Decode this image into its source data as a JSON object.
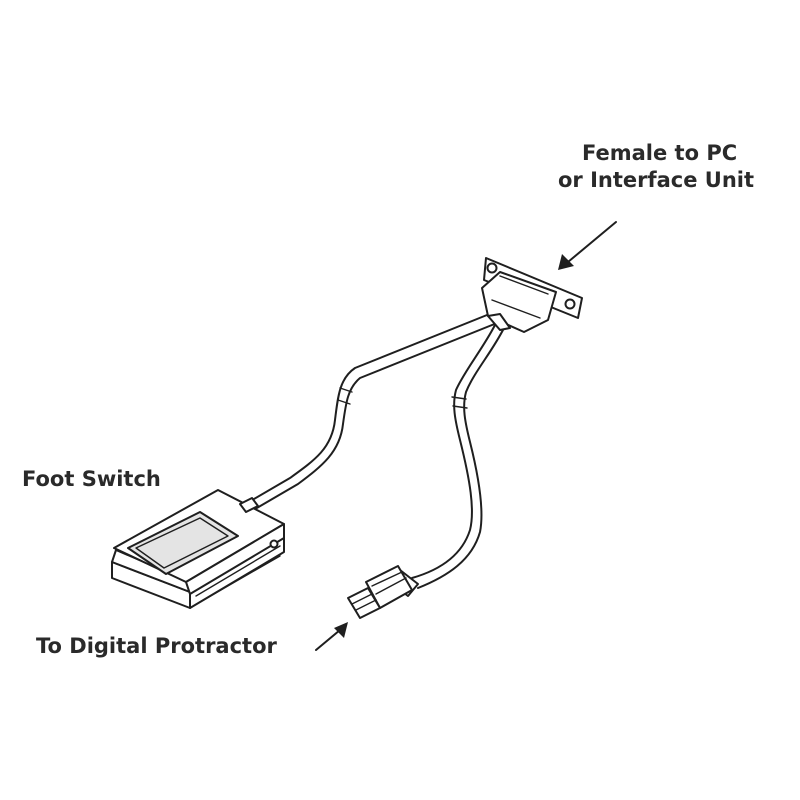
{
  "labels": {
    "female_line1": "Female to PC",
    "female_line2": "or Interface Unit",
    "foot_switch": "Foot Switch",
    "to_protractor": "To Digital Protractor"
  },
  "colors": {
    "line": "#1f1f1f",
    "text": "#2a2a2a",
    "background": "#ffffff"
  }
}
